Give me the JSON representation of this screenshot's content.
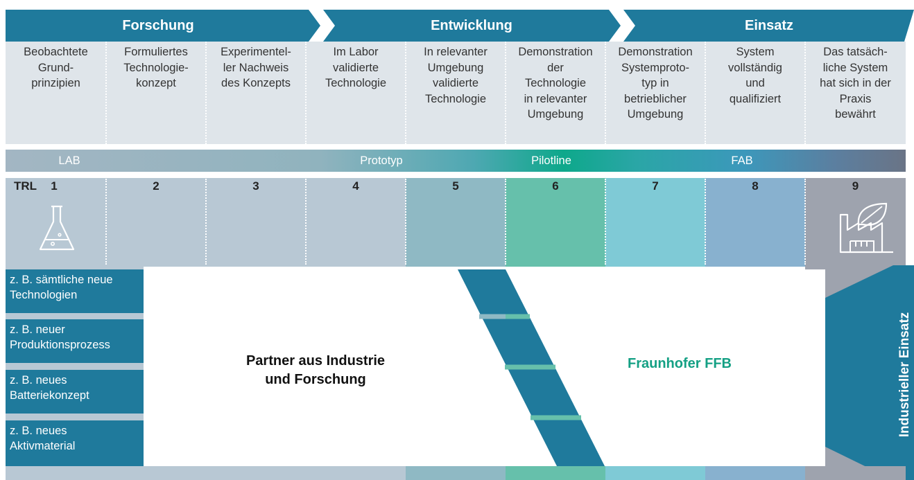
{
  "phases": [
    {
      "label": "Forschung"
    },
    {
      "label": "Entwicklung"
    },
    {
      "label": "Einsatz"
    }
  ],
  "stages": [
    "Beobachtete\nGrund-\nprinzipien",
    "Formuliertes\nTechnologie-\nkonzept",
    "Experimentel-\nler Nachweis\ndes Konzepts",
    "Im Labor\nvalidierte\nTechnologie",
    "In relevanter\nUmgebung\nvalidierte\nTechnologie",
    "Demonstration\nder\nTechnologie\nin relevanter\nUmgebung",
    "Demonstration\nSystemproto-\ntyp in\nbetrieblicher\nUmgebung",
    "System\nvollständig\nund\nqualifiziert",
    "Das tatsäch-\nliche System\nhat sich in der\nPraxis\nbewährt"
  ],
  "bands": {
    "lab": "LAB",
    "prototyp": "Prototyp",
    "pilotline": "Pilotline",
    "fab": "FAB"
  },
  "trl": {
    "label": "TRL",
    "levels": [
      "1",
      "2",
      "3",
      "4",
      "5",
      "6",
      "7",
      "8",
      "9"
    ]
  },
  "examples": [
    "z. B. sämtliche neue\nTechnologien",
    "z. B. neuer\nProduktionsprozess",
    "z. B. neues\nBatteriekonzept",
    "z. B. neues\nAktivmaterial"
  ],
  "partner_text": "Partner aus Industrie\nund Forschung",
  "ffb_text": "Fraunhofer FFB",
  "industrial_text": "Industrieller Einsatz",
  "colors": {
    "header": "#1f7a9c",
    "ffb_green": "#14a084",
    "trl_light": "#b8c8d4",
    "trl5": "#8fb9c4",
    "trl6": "#66c0ab",
    "trl7": "#7fcad6",
    "trl8": "#88b1cf",
    "trl9": "#9ea3ae"
  },
  "icons": {
    "trl1": "flask-icon",
    "trl9": "factory-leaf-icon"
  }
}
